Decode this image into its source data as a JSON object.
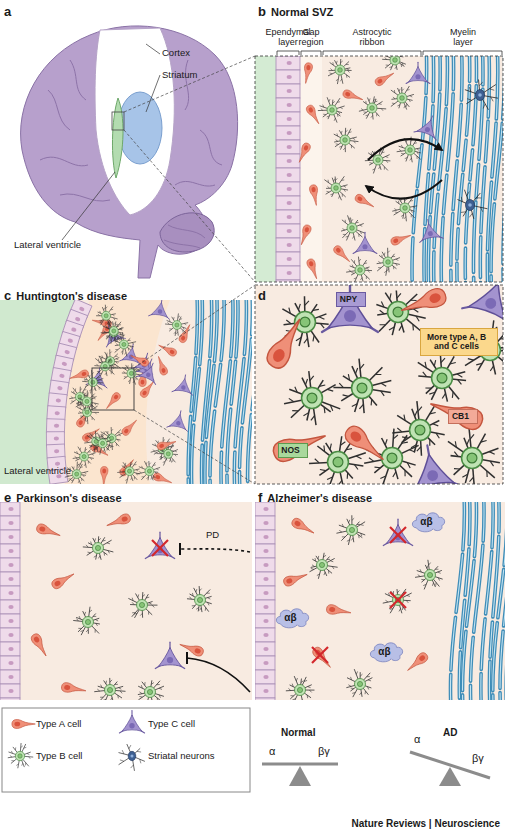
{
  "diagram": {
    "nodes": [
      {
        "text": [
          "a"
        ]
      },
      {
        "text": [
          "b",
          "Normal SVZ"
        ]
      },
      {
        "text": [
          "c",
          "Huntington's disease"
        ]
      },
      {
        "text": [
          "d"
        ]
      },
      {
        "text": [
          "NPY"
        ],
        "in": 3
      },
      {
        "text": [
          "More type A, B and C cells"
        ],
        "in": 3
      },
      {
        "text": [
          "NOS"
        ],
        "in": 3
      },
      {
        "text": [
          "CB1"
        ],
        "in": 3
      },
      {
        "text": [
          "e",
          "Parkinson's disease"
        ]
      },
      {
        "text": [
          "f",
          "Alzheimer's disease"
        ]
      },
      {
        "text": [
          "αβ"
        ],
        "in": 9
      },
      {
        "text": [
          "αβ"
        ],
        "in": 9
      },
      {
        "text": [
          "αβ"
        ],
        "in": 9
      }
    ],
    "labels": [
      "Cortex",
      "Striatum",
      "Lateral ventricle",
      "Ependymal layer",
      "Gap region",
      "Astrocytic ribbon",
      "Myelin layer",
      "Lateral ventricle",
      "PD",
      "Normal",
      "α",
      "βγ",
      "AD",
      "α",
      "βγ",
      "Nature Reviews | Neuroscience"
    ],
    "legend": [
      {
        "text": "Type A cell"
      },
      {
        "text": "Type C cell"
      },
      {
        "text": "Type B cell"
      },
      {
        "text": "Striatal neurons"
      }
    ]
  }
}
